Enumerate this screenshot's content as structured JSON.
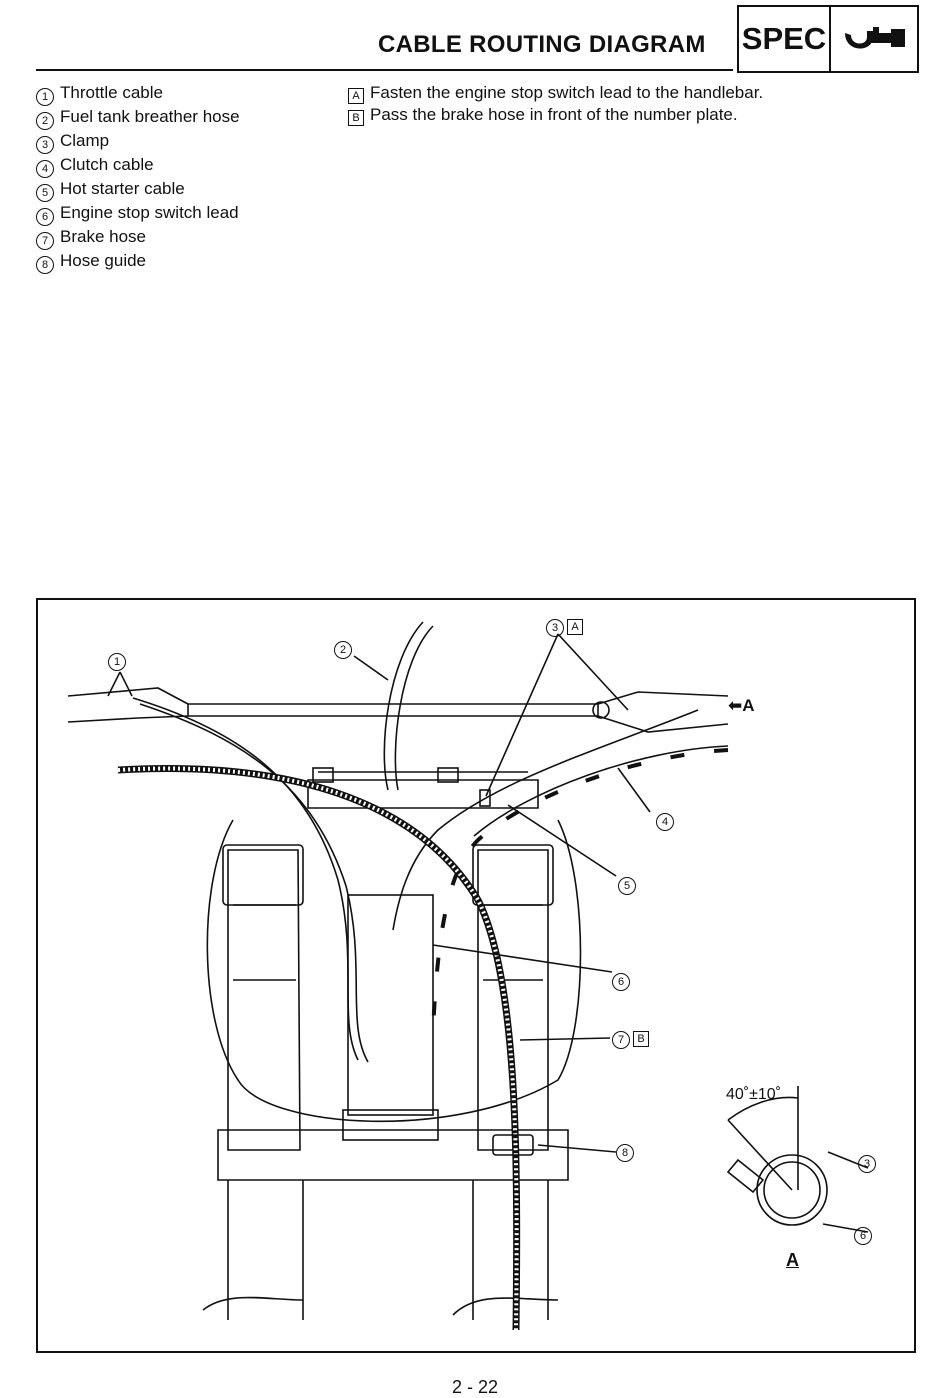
{
  "header": {
    "title": "CABLE ROUTING DIAGRAM",
    "spec_label": "SPEC"
  },
  "legend": [
    {
      "num": "1",
      "text": "Throttle cable"
    },
    {
      "num": "2",
      "text": "Fuel tank breather hose"
    },
    {
      "num": "3",
      "text": "Clamp"
    },
    {
      "num": "4",
      "text": "Clutch cable"
    },
    {
      "num": "5",
      "text": "Hot starter cable"
    },
    {
      "num": "6",
      "text": "Engine stop switch lead"
    },
    {
      "num": "7",
      "text": "Brake hose"
    },
    {
      "num": "8",
      "text": "Hose guide"
    }
  ],
  "notes": [
    {
      "letter": "A",
      "text": "Fasten the engine stop switch lead to the handlebar."
    },
    {
      "letter": "B",
      "text": "Pass the brake hose in front of the number plate."
    }
  ],
  "diagram": {
    "callouts": {
      "c1": "1",
      "c2": "2",
      "c3": "3",
      "c3_letter": "A",
      "c4": "4",
      "c5": "5",
      "c6": "6",
      "c7": "7",
      "c7_letter": "B",
      "c8": "8",
      "d3": "3",
      "d6": "6"
    },
    "view_arrow_label": "A",
    "detail_label": "A",
    "angle_label": "40˚±10˚"
  },
  "footer": {
    "page_number": "2 - 22"
  }
}
